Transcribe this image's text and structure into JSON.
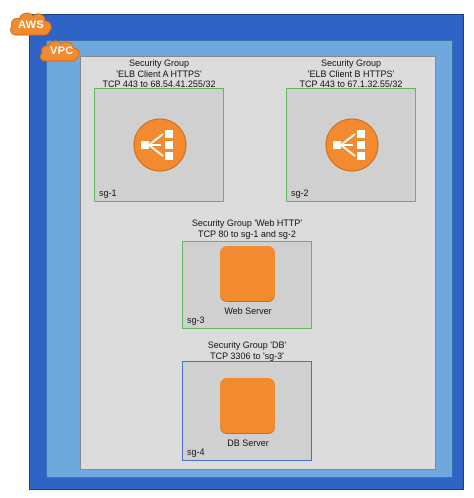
{
  "frames": {
    "aws_label": "AWS",
    "vpc_label": "VPC"
  },
  "colors": {
    "aws_blue": "#2f63c6",
    "vpc_blue": "#6fa8dc",
    "canvas_gray": "#dcdcdc",
    "aws_orange": "#f28a30",
    "sg_green": "#5fb85f",
    "sg_blue": "#4b6fc7"
  },
  "security_groups": {
    "sg1": {
      "title_line1": "Security Group",
      "title_line2": "'ELB Client A HTTPS'",
      "title_line3": "TCP 443 to 68.54.41.255/32",
      "label": "sg-1",
      "icon": "load-balancer-icon"
    },
    "sg2": {
      "title_line1": "Security Group",
      "title_line2": "'ELB Client B HTTPS'",
      "title_line3": "TCP 443 to 67.1.32.55/32",
      "label": "sg-2",
      "icon": "load-balancer-icon"
    },
    "sg3": {
      "title_line1": "Security Group 'Web HTTP'",
      "title_line2": "TCP 80 to sg-1 and sg-2",
      "label": "sg-3",
      "server_label": "Web Server"
    },
    "sg4": {
      "title_line1": "Security Group 'DB'",
      "title_line2": "TCP 3306 to 'sg-3'",
      "label": "sg-4",
      "server_label": "DB Server"
    }
  }
}
